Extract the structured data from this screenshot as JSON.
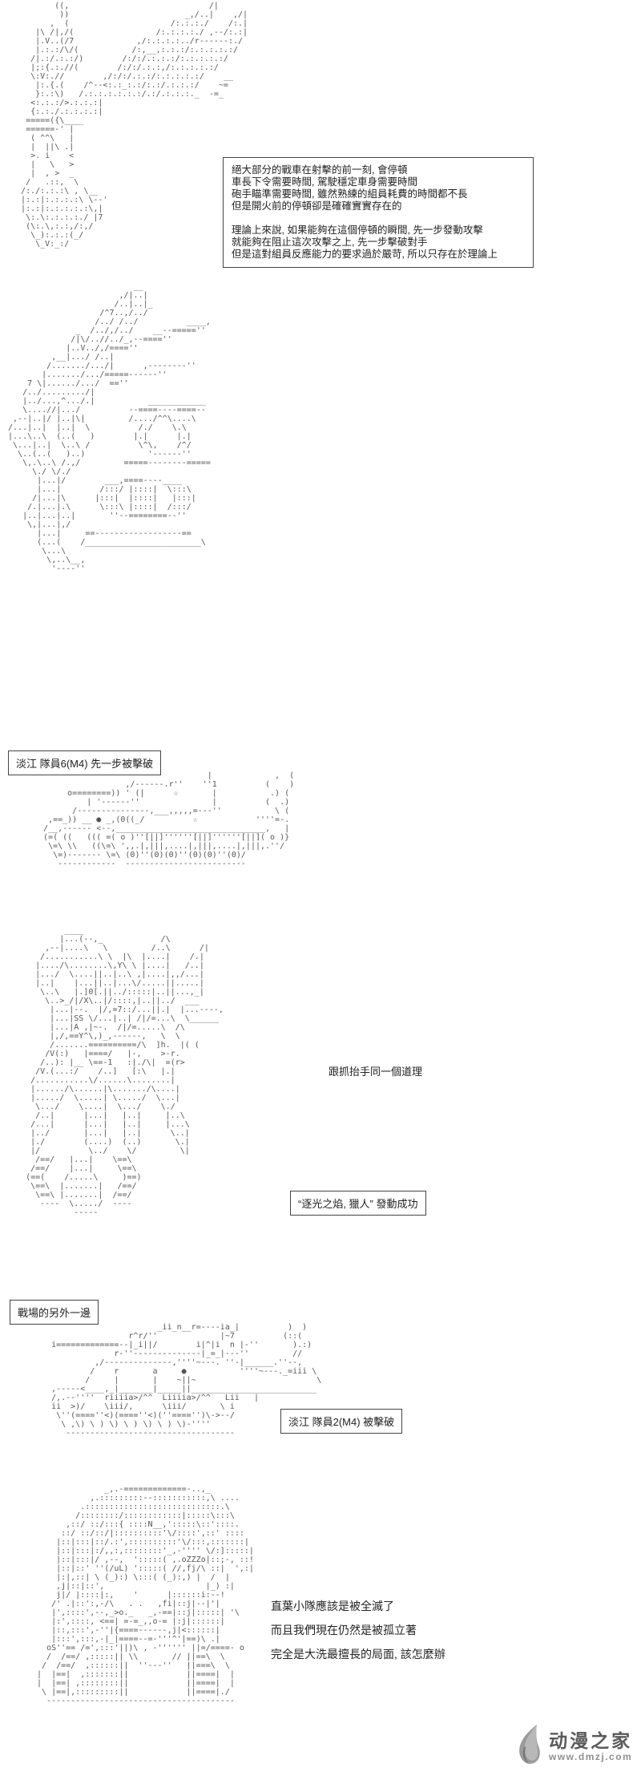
{
  "page": {
    "kind": "ascii-art-comic-page",
    "background": "#ffffff",
    "ink_color": "#555555",
    "text_color": "#222222",
    "border_color": "#444444"
  },
  "narration": {
    "lines": [
      "絕大部分的戰車在射擊的前一刻, 會停頓",
      "車長下令需要時間, 駕駛穩定車身需要時間",
      "砲手瞄準需要時間, 雖然熟練的組員耗費的時間都不長",
      "但是開火前的停頓卻是確確實實存在的",
      "",
      "理論上來說, 如果能夠在這個停頓的瞬間, 先一步發動攻擊",
      "就能夠在阻止這次攻擊之上, 先一步擊破對手",
      "但是這對組員反應能力的要求過於嚴苛, 所以只存在於理論上"
    ]
  },
  "labels": {
    "tank1_caption": "淡江 隊員6(M4) 先一步被擊破",
    "battlefield_caption": "戰場的另外一邊",
    "skill_caption": "“逐光之焰, 獵人” 發動成功",
    "tank2_caption": "淡江 隊員2(M4) 被擊破",
    "float_text": "跟抓抬手同一個道理"
  },
  "monologue": {
    "line1": "直葉小隊應該是被全滅了",
    "line2": "而且我們現在仍然是被孤立著",
    "line3": "完全是大洗最擅長的局面, 該怎麼辦"
  },
  "watermark": {
    "icon": "ink-drop-icon",
    "site_name": "动漫之家",
    "site_url": "www.dmzj.com",
    "name_color": "#5a5a5a",
    "url_color": "#8f8f8f",
    "icon_colors": [
      "#b8b8b8",
      "#9a9a9a",
      "#777777"
    ]
  },
  "art": {
    "block1_commander": [
      "          ((,                             /|",
      "           ))                        _,/..|    ,/|",
      "         ,  (                     /:.:.:./    /:.|",
      "      |\\ /|,/(                 /:.:.:.:./ ,--/:.:|",
      "      |.V..(/7             ,/:.:.:.:../r------:./",
      "      |.:.:/\\/(           /:,__,:.:.:/:.:.:.:.:/",
      "     /|.:/.:.:/)        /:/:/.:.:.:/:.:.:.:.:/",
      "     |;:{.:.//(        /:/:/.:.:,/:.:.:.:.:/",
      "     \\:V:.//        ,/:/:/.:.:/:.:.:.:.:/    __",
      "      |:.{.(    /^--<:.:_:.:/:.:/.:.:.:/    ~=",
      "      }:.:\\)   /.:.:.:.:.:.:/.:/.:.:.:._  -=_",
      "     <:.:.:/>.:.:.:|",
      "     {:.:./.:.:.:.:|",
      "    =====({\\____",
      "    ======-' |",
      "     ( ^^\\   |",
      "     |  ||\\ .|",
      "     >. i    <",
      "     |   \\   >",
      "     |  , >  _",
      "    /   .::,  \\",
      "   /:./:.:.:\\ , \\__",
      "   |:.:|:.:.:.:\\ \\--'",
      "   |:.:|:.:.:.:.:\\,|",
      "    \\:.\\:.:.:.:./ |7",
      "    (\\:.\\,:.:,/:,/",
      "     \\_):.:.:(_/",
      "      \\_V:_:/"
    ],
    "block2_rider": [
      "                           __",
      "                        ,/|..|",
      "                       /..|..|_",
      "                    /^7..,/../",
      "                   /../ /../          ____,",
      "               _  /../,/../    __--=====''",
      "              /|\\/..//../_,--====''",
      "             |..V../,/====''",
      "          ,__|.../ /..|",
      "         /......./.../|      ,--------''",
      "        |......./.../=====------''",
      "     7 \\|....../.../  ==''",
      "    /../........./|",
      "    |../...,^.../.|           ____________",
      "    \\....//|.../          --====----====--",
      "  ,--|..|/ |..|\\|         /..../^^\\....\\",
      " /...|..|  |..|  \\          /./    \\.\\",
      " |...\\..\\  (..(   )        |.|      |.|",
      "  \\...|..|  \\..\\ /          \\^\\,    /^/",
      "   \\..(..(   )..)             '------''",
      "    \\,.\\..\\ /.,/         =====--------=====",
      "      \\./ \\/./",
      "       |...|/        ___,====----____",
      "       |...|        /:::/ |::::|  \\:::\\",
      "      /|...|\\      |:::|  |::::|   |:::|",
      "     /.|...|.\\      \\:::\\ |::::|  /:::/",
      "    |..|...|..|       ''--========--''",
      "     \\,|...|,/",
      "       |...|     ==------------------==",
      "       (...(    /________________________\\",
      "        \\...\\",
      "         \\,..\\__,",
      "          '----''"
    ],
    "block3_tank_star": [
      "                                     |             ,  (",
      "                    ,/------.r''    ''1          (    )",
      "        o========)) ' (|      ☆       |           .) (",
      "            | '------''               |          (  .)",
      "         /---------------,___,,,,,=---''           \\ (",
      "    ,==_)) __ ● _,(0((_/          ☆            ''''=-.",
      "   /__,------ <--,_______________________________,   |",
      "   (=( ((   ((( =( o )''[||]''''''[||]''''''[||]( o )}",
      "    \\=\\ \\\\   ((\\=\\ ',,.|,|||,....|,|||,....|,|||,.''/",
      "     \\=)------- \\=\\ (0)''(0)(0)''(0)(0)''(0)/",
      "      ------------  -------------------------"
    ],
    "block4_hunter": [
      "            ____",
      "           |...(--,_            /\\",
      "        ,--|....\\   \\         /..\\      /|",
      "       /...........\\ \\  |\\  |....|    /.|",
      "      |..../\\........\\,Y\\ \\ |....|   /..|",
      "      |.../  \\....||..|..\\ ,|....|,,/...|",
      "      |..|    |...||..|...\\/.....||.....|",
      "       \\..\\   |.]0[.||../:::::|..||...,_|",
      "        \\..>_/|/X\\..|/::::,|..||../  ___",
      "         |...|--.  |/,=7::/...||.|  |...----,",
      "         |...|SS \\/...|..| /|/=...\\  \\______",
      "         |...|A ,|~-.  /|/=.....\\  /\\",
      "         |,/,==Y^\\,)_,------,   \\  \\",
      "         /.......==========/\\  ]h.  |( (",
      "        /V(:)   |====/   |-,    >-r.",
      "       /..): |__ \\==-1   :|./\\|  =(r>",
      "      /V.(...:/    /..]   [:\\   |.|",
      "     /...........\\/......\\........|",
      "     |....../\\......|\\......./\\....|",
      "     |...../  \\.....| \\...../  \\...|",
      "      \\.../    \\....|  \\.../    \\./",
      "      /..|      |...|   |..|     |..\\",
      "     /...|      |...|   |..|     |...\\",
      "     |../       |...|   |..|      \\..|",
      "     |./        (....)  (..)       \\.|",
      "     |/          \\../    \\/         \\|",
      "      /==/   |...|    \\==\\",
      "     /==/    |...|     \\==\\",
      "    (==(    /.....\\     )==)",
      "     \\==\\  |.......|   /==/",
      "      \\==\\ |.......|  /==/",
      "       ----  \\...../  ----",
      "              -----"
    ],
    "block5_tank_m4": [
      "                          _ii_n__r=----ia_|          )  )",
      "                    r^r/''             |~7          (::(",
      "    i=============--|_i||/        i|^|i  n |-''       ).:)",
      "                 r-''--------------|_=_|---''         //",
      "             ,/--------------,''''~---. ''-|______.''--,",
      "            /    r       a     ●           ''''~---._=iii \\",
      "           /     |       |    ~||~                         \\",
      "    ,-----<____,_|_______|_____||__________________________",
      "    /,.--''''  riiiia>/^^  Liiiia>/^^   Lii   |",
      "    ii  >)/    \\iii/,      \\iii/       \\ i",
      "     \\''(====''<)(====''<)(''===='')\\->--/",
      "      \\ ,\\) \\ ) \\) \\ ) \\) \\ ) \\)-''''",
      "       -----------------------------------"
    ],
    "block6_portrait": [
      "               _,.-=============-..,_",
      "            ,.:::::::::--:::::::::::,\\ ....",
      "          .::::::::::::::::::::::::::::.\\",
      "         /::::::::/::::::::::::|:::::\\:::\\",
      "       ,::/ ::/:::{ ::::N__,':::::\\::'::::.",
      "      ::/ ::/::/|::::::::::'\\/::::',::' ::::",
      "     |::|:::|::/.:',::::::::::'\\/:::,:::::::|",
      "     |::|:::|:/,,:,::::::::'_,-'''' \\/:]:::::|",
      "     |::|:::|/ ,--,  ':::::( ,.oZZZo|::;-, ::!",
      "     |::|::' ''(/uL) ':::::( //,fj/\\ ::|  ',:|",
      "     |:|,::| \\ (_):) \\:::( (_):,) |  /  |",
      "     ,j|::|::',                     |_) :|",
      "     j|/ |::::|:,    '      |::::::i:--!",
      "    /' .|::':,-/\\   . .   ,fi|::j|--|'|",
      "    |',::::',--,_>o._   _,-==|::j|:::::| '\\",
      "    |:',::::, <==| =-=_,,o-= |:j|::::::|",
      "    |::,:::',-''|{====------,j|<::::::|",
      "    |:::',:::,-|_|====--=-'''^'|==)\\ .|",
      "   oS''== /=',:::'||)\\ , -'''''' ||=/====- o",
      "   /  /==/ ,:::::|| \\\\       // ||==\\  \\",
      "  /  /==/  ,::::::||  ''---''   ||===\\  \\",
      " |  |==|  ,:::::::||            ||====|  |",
      " |  |==| ,::::::::||            ||====|  |",
      "  \\ |==|,:::::::::||            ||====|./",
      "   ---------------------------------------"
    ]
  }
}
